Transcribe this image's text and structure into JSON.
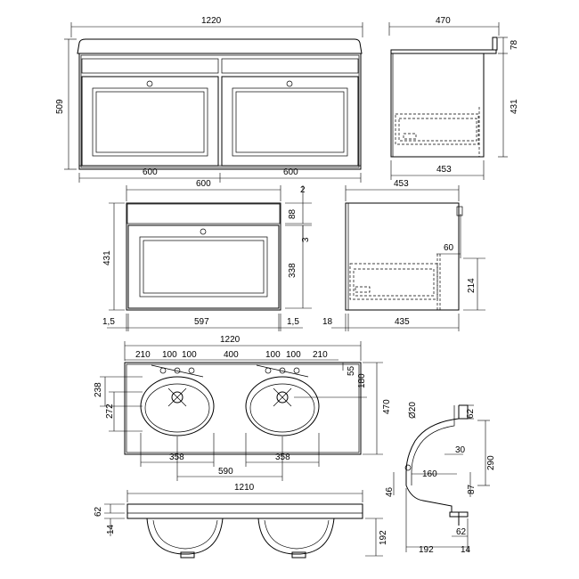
{
  "views": {
    "front": {
      "width_total": "1220",
      "height_total": "509",
      "width_left": "600",
      "width_right": "600"
    },
    "side": {
      "depth_top": "470",
      "height_upstand": "78",
      "height_body": "431",
      "depth_bottom": "453"
    },
    "unit_front": {
      "width": "600",
      "gap_top": "2",
      "height": "431",
      "drawer_top": "88",
      "gap_mid": "3",
      "drawer_bottom": "338",
      "side_left": "1,5",
      "inner_width": "597",
      "side_right": "1,5"
    },
    "unit_side": {
      "depth": "453",
      "handle_depth": "60",
      "drawer_height": "214",
      "back_gap": "18",
      "inner_depth": "435"
    },
    "basin_plan": {
      "overall_width": "1220",
      "offsets": [
        "210",
        "100",
        "100",
        "400",
        "100",
        "100",
        "210"
      ],
      "rear_upstand": "55",
      "bowl_centre": "180",
      "overall_depth": "470",
      "bowl_depth_outer": "238",
      "bowl_depth_inner": "272",
      "bowl_width_left": "358",
      "bowl_width_right": "358",
      "bowl_centres": "590"
    },
    "basin_section": {
      "waste_dia": "Ø20",
      "rim": "62",
      "depth": "290",
      "offset_30": "30",
      "outlet": "160",
      "waste_87": "87",
      "lip": "46",
      "bottom_62": "62",
      "overall_192": "192",
      "flange_14": "14"
    },
    "basin_front": {
      "width": "1210",
      "rim": "62",
      "lip": "14",
      "bowl_height": "192"
    }
  }
}
